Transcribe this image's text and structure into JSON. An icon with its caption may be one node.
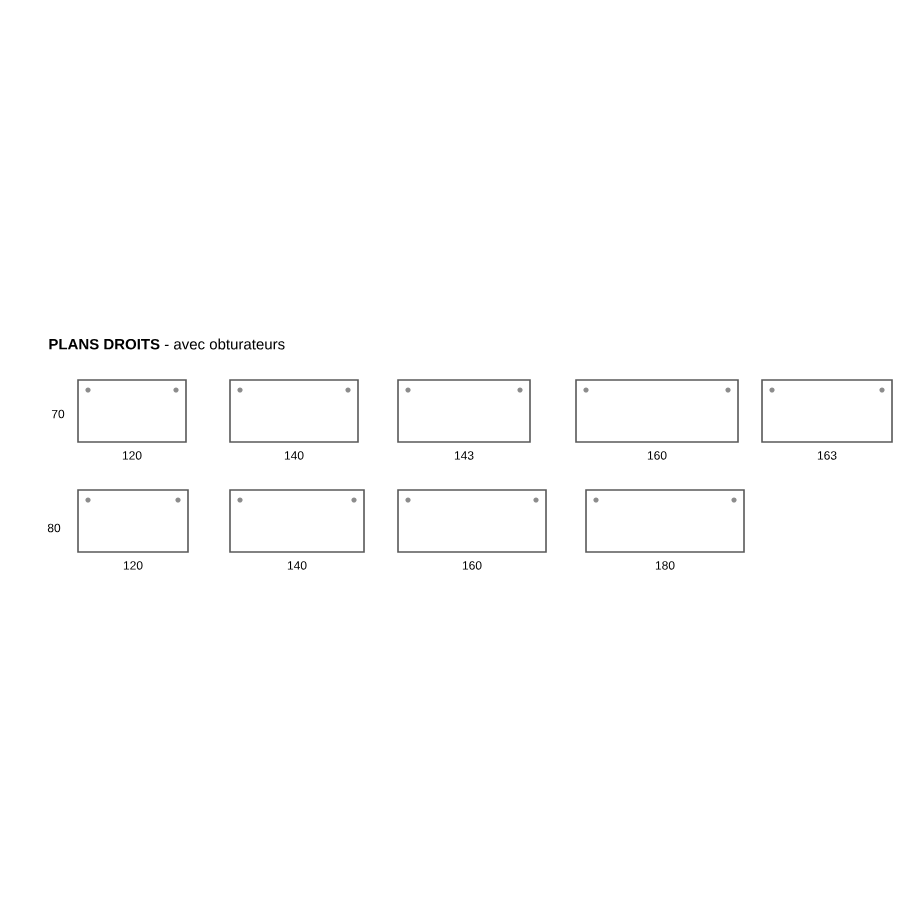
{
  "diagram": {
    "title": "**PLANS DROITS** - avec obturateurs",
    "nodes": [
      {
        "text": [],
        "shape": "box",
        "beside": [
          "120"
        ]
      },
      {
        "text": [],
        "shape": "box",
        "beside": [
          "140"
        ]
      },
      {
        "text": [],
        "shape": "box",
        "beside": [
          "143"
        ]
      },
      {
        "text": [],
        "shape": "box",
        "beside": [
          "160"
        ]
      },
      {
        "text": [],
        "shape": "box",
        "beside": [
          "163"
        ]
      },
      {
        "text": [],
        "shape": "box",
        "beside": [
          "120"
        ]
      },
      {
        "text": [],
        "shape": "box",
        "beside": [
          "140"
        ]
      },
      {
        "text": [],
        "shape": "box",
        "beside": [
          "160"
        ]
      },
      {
        "text": [],
        "shape": "box",
        "beside": [
          "180"
        ]
      }
    ],
    "labels": [
      "70",
      "80"
    ]
  }
}
